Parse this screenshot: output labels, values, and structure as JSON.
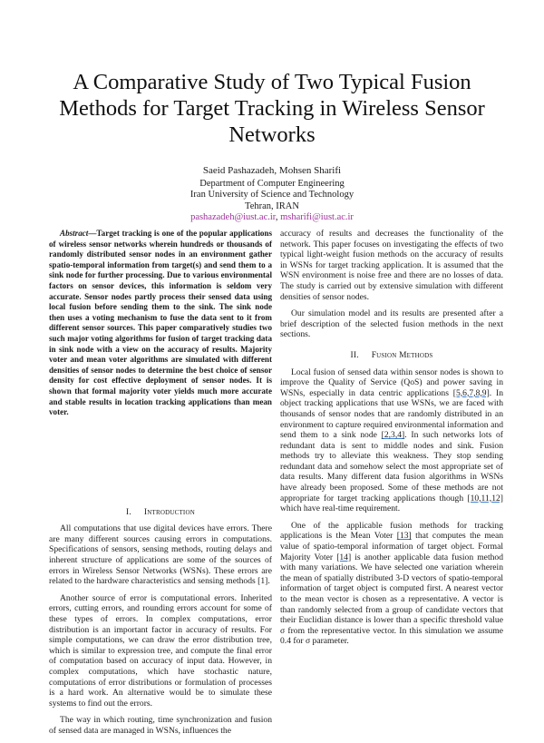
{
  "title": "A Comparative Study of Two Typical Fusion Methods for Target Tracking in Wireless Sensor Networks",
  "authors": {
    "names": "Saeid Pashazadeh, Mohsen Sharifi",
    "department": "Department of Computer Engineering",
    "university": "Iran University of Science and Technology",
    "location": "Tehran, IRAN",
    "email1": "pashazadeh@iust.ac.ir",
    "email_sep": ", ",
    "email2": "msharifi@iust.ac.ir"
  },
  "abstract": {
    "lead": "Abstract",
    "dash": "—",
    "text": "Target tracking is one of the popular applications of wireless sensor networks wherein hundreds or thousands of randomly distributed sensor nodes in an environment gather spatio-temporal information from target(s) and send them to a sink node for further processing. Due to various environmental factors on sensor devices, this information is seldom very accurate. Sensor nodes partly process their sensed data using local fusion before sending them to the sink. The sink node then uses a voting mechanism to fuse the data sent to it from different sensor sources. This paper comparatively studies two such major voting algorithms for fusion of target tracking data in sink node with a view on the accuracy of results. Majority voter and mean voter algorithms are simulated with different densities of sensor nodes to determine the best choice of sensor density for cost effective deployment of sensor nodes. It is shown that formal majority voter yields much more accurate and stable results in location tracking applications than mean voter."
  },
  "sections": {
    "intro": {
      "number": "I.",
      "title": "Introduction",
      "p1": "All computations that use digital devices have errors. There are many different sources causing errors in computations. Specifications of sensors, sensing methods, routing delays and inherent structure of applications are some of the sources of errors in Wireless Sensor Networks (WSNs). These errors are related to the hardware characteristics and sensing methods [1].",
      "p2": "Another source of error is computational errors. Inherited errors, cutting errors, and rounding errors account for some of these types of errors. In complex computations, error distribution is an important factor in accuracy of results. For simple computations, we can draw the error distribution tree, which is similar to expression tree, and compute the final error of computation based on accuracy of input data. However, in complex computations, which have stochastic nature, computations of error distributions or formulation of processes is a hard work. An alternative would be to simulate these systems to find out the errors.",
      "p3": "The way in which routing, time synchronization and fusion of sensed data are managed in WSNs, influences the",
      "p3_cont": "accuracy of results and decreases the functionality of the network. This paper focuses on investigating the effects of two typical light-weight fusion methods on the accuracy of results in WSNs for target tracking application. It is assumed that the WSN environment is noise free and there are no losses of data. The study is carried out by extensive simulation with different densities of sensor nodes.",
      "p4": "Our simulation model and its results are presented after a brief description of the selected fusion methods in the next sections."
    },
    "fusion": {
      "number": "II.",
      "title": "Fusion Methods",
      "p1_a": "Local fusion of sensed data within sensor nodes is shown to improve the Quality of Service (QoS) and power saving in WSNs, especially in data centric applications ",
      "p1_cite1": "[5,6,7,8,9]",
      "p1_b": ". In object tracking applications that use WSNs, we are faced with thousands of sensor nodes that are randomly distributed in an environment to capture required environmental information and send them to a sink node ",
      "p1_cite2": "[2,3,4]",
      "p1_c": ". In such networks lots of redundant data is sent to middle nodes and sink. Fusion methods try to alleviate this weakness. They stop sending redundant data and somehow select the most appropriate set of data results. Many different data fusion algorithms in WSNs have already been proposed. Some of these methods are not appropriate for target tracking applications though ",
      "p1_cite3": "[10,11,12]",
      "p1_d": " which have real-time requirement.",
      "p2_a": "One of the applicable fusion methods for tracking applications is the Mean Voter ",
      "p2_cite1": "[13]",
      "p2_b": " that computes the mean value of spatio-temporal information of target object. Formal Majority Voter ",
      "p2_cite2": "[14]",
      "p2_c": " is another applicable data fusion method with many variations. We have selected one variation wherein the mean of spatially distributed 3-D vectors of spatio-temporal information of target object is computed first. A nearest vector to the mean vector is chosen as a representative. A vector is than randomly selected from a group of candidate vectors that their Euclidian distance is lower than a specific threshold value σ from the representative vector. In this simulation we assume 0.4 for σ parameter."
    }
  },
  "colors": {
    "email": "#a0329c",
    "citation_underline": "#3d7fd6"
  }
}
